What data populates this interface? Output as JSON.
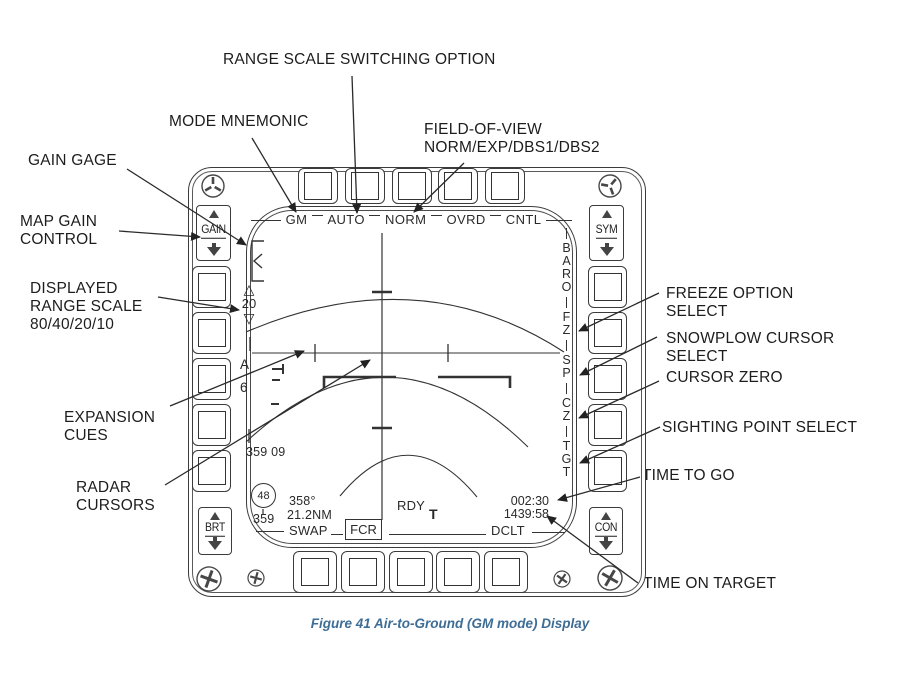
{
  "figure": {
    "caption": "Figure 41  Air-to-Ground (GM mode) Display",
    "caption_color": "#3e6d96",
    "line_color": "#333333"
  },
  "annotations": {
    "range_scale_switching": "RANGE SCALE SWITCHING OPTION",
    "mode_mnemonic": "MODE MNEMONIC",
    "field_of_view": "FIELD-OF-VIEW\nNORM/EXP/DBS1/DBS2",
    "gain_gage": "GAIN GAGE",
    "map_gain_control": "MAP GAIN\nCONTROL",
    "displayed_range_scale": "DISPLAYED\nRANGE SCALE\n80/40/20/10",
    "expansion_cues": "EXPANSION\nCUES",
    "radar_cursors": "RADAR\nCURSORS",
    "freeze_option": "FREEZE OPTION\nSELECT",
    "snowplow_cursor": "SNOWPLOW CURSOR\nSELECT",
    "cursor_zero": "CURSOR ZERO",
    "sighting_point": "SIGHTING POINT SELECT",
    "time_to_go": "TIME TO GO",
    "time_on_target": "TIME ON TARGET"
  },
  "bezel": {
    "rockers": {
      "gain": "GAIN",
      "sym": "SYM",
      "brt": "BRT",
      "con": "CON"
    }
  },
  "display": {
    "mode": "GM",
    "top_options": [
      "AUTO",
      "NORM",
      "OVRD",
      "CNTL"
    ],
    "right_options": [
      "BARO",
      "FZ",
      "SP",
      "CZ",
      "TGT"
    ],
    "range_scale": "20",
    "sighting_letter": "A",
    "sighting_number": "6",
    "cursor_position": "359 09",
    "steerpoint": "48",
    "steerpoint_heading": "359",
    "bearing": "358°",
    "range_distance": "21.2NM",
    "swap": "SWAP",
    "fcr": "FCR",
    "status": "RDY",
    "target_symbol": "T",
    "time_to_go": "002:30",
    "time_on_target": "1439:58",
    "declutter": "DCLT"
  },
  "icons": {
    "range_up": "△",
    "range_down": "▽"
  }
}
